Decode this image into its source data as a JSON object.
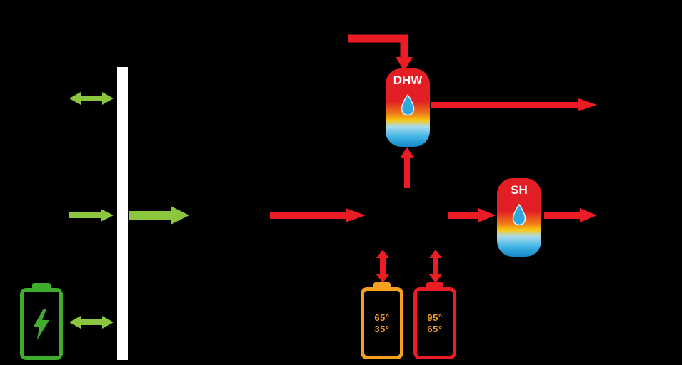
{
  "diagram": {
    "dhw_tank": {
      "label": "DHW"
    },
    "sh_tank": {
      "label": "SH"
    },
    "orange_storage": {
      "temp_top": "65°",
      "temp_bottom": "35°"
    },
    "red_storage": {
      "temp_top": "95°",
      "temp_bottom": "65°"
    },
    "icons": {
      "battery_bolt": "lightning-bolt-icon",
      "water_drop": "water-drop-icon"
    },
    "colors": {
      "background": "#000000",
      "electricity_green": "#8cc63e",
      "battery_green": "#3fae2c",
      "heat_red": "#ec1c24",
      "storage_orange": "#f5a01e",
      "water_blue": "#2ea9e0",
      "bus_white": "#ffffff"
    }
  }
}
